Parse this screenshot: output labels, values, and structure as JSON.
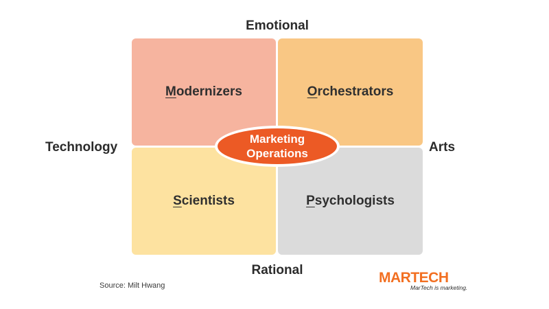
{
  "axes": {
    "top": "Emotional",
    "bottom": "Rational",
    "left": "Technology",
    "right": "Arts"
  },
  "quadrants": {
    "top_left": {
      "first": "M",
      "rest": "odernizers",
      "color": "#f6b49f"
    },
    "top_right": {
      "first": "O",
      "rest": "rchestrators",
      "color": "#f9c784"
    },
    "bottom_left": {
      "first": "S",
      "rest": "cientists",
      "color": "#fde2a0"
    },
    "bottom_right": {
      "first": "P",
      "rest": "sychologists",
      "color": "#dbdbdb"
    }
  },
  "center": {
    "line1": "Marketing",
    "line2": "Operations",
    "color": "#ec5a25"
  },
  "source": "Source: Milt Hwang",
  "logo": {
    "brand": "MARTECH",
    "tagline": "MarTech is marketing.",
    "color": "#f26f21"
  }
}
